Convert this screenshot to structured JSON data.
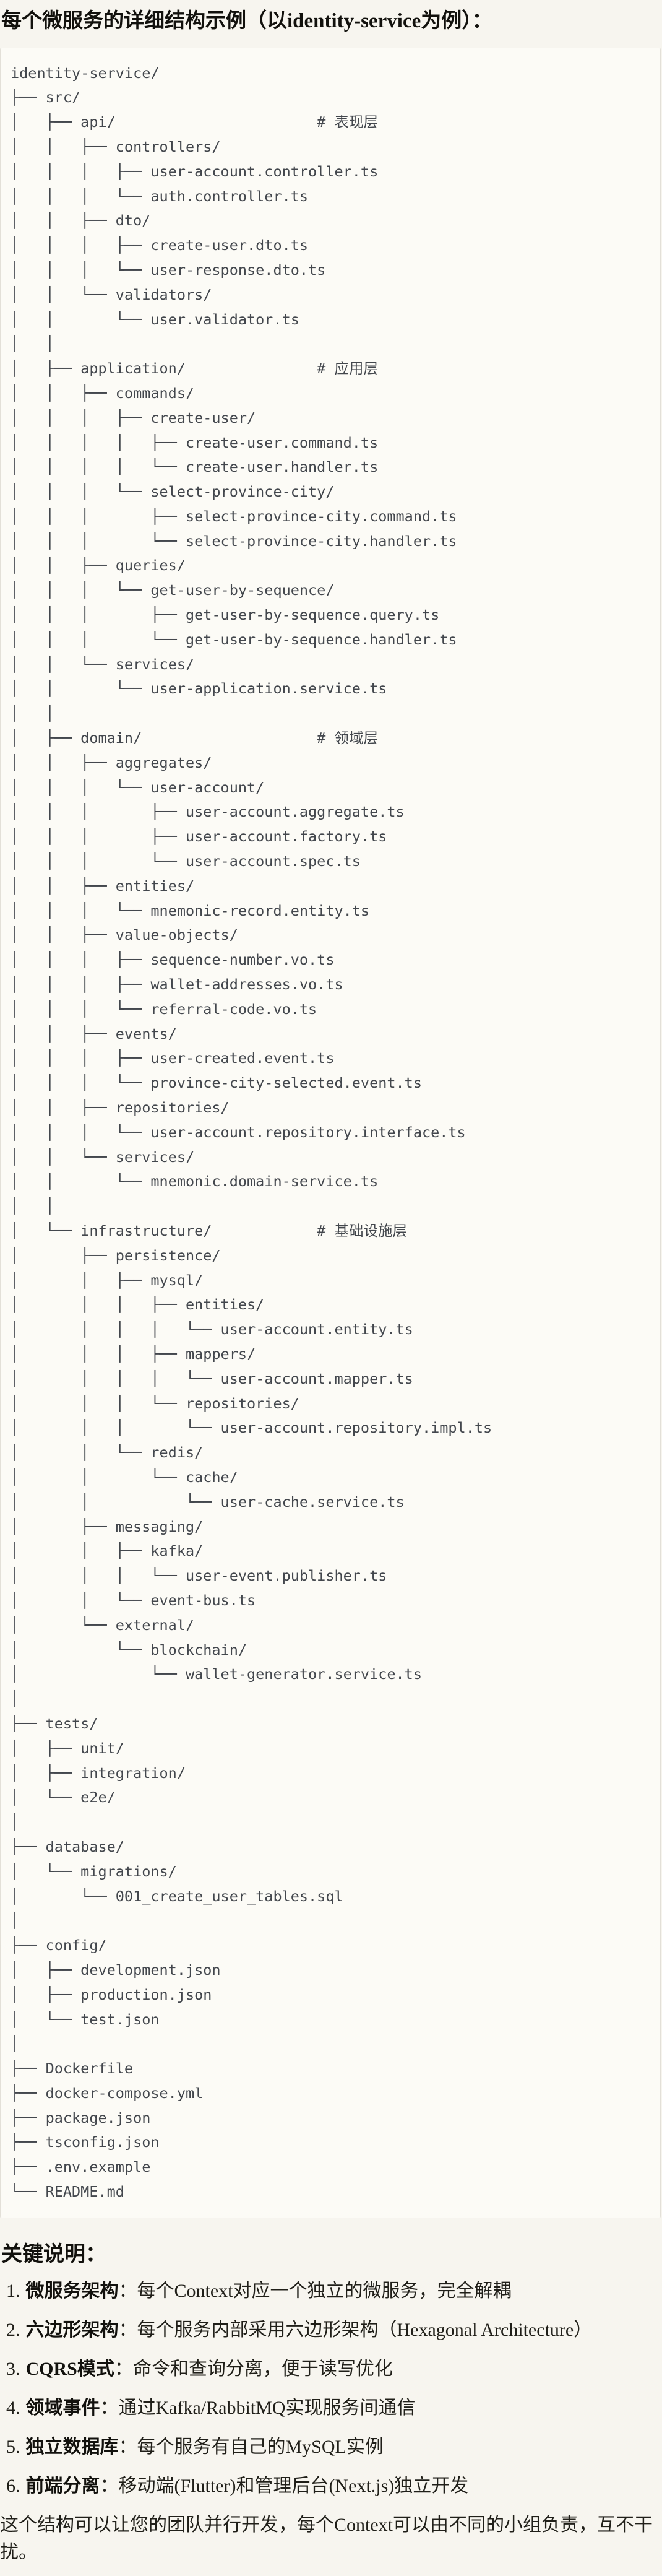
{
  "title": "每个微服务的详细结构示例（以identity-service为例）：",
  "file_tree": {
    "text": "identity-service/\n├── src/\n│   ├── api/                       # 表现层\n│   │   ├── controllers/\n│   │   │   ├── user-account.controller.ts\n│   │   │   └── auth.controller.ts\n│   │   ├── dto/\n│   │   │   ├── create-user.dto.ts\n│   │   │   └── user-response.dto.ts\n│   │   └── validators/\n│   │       └── user.validator.ts\n│   │\n│   ├── application/               # 应用层\n│   │   ├── commands/\n│   │   │   ├── create-user/\n│   │   │   │   ├── create-user.command.ts\n│   │   │   │   └── create-user.handler.ts\n│   │   │   └── select-province-city/\n│   │   │       ├── select-province-city.command.ts\n│   │   │       └── select-province-city.handler.ts\n│   │   ├── queries/\n│   │   │   └── get-user-by-sequence/\n│   │   │       ├── get-user-by-sequence.query.ts\n│   │   │       └── get-user-by-sequence.handler.ts\n│   │   └── services/\n│   │       └── user-application.service.ts\n│   │\n│   ├── domain/                    # 领域层\n│   │   ├── aggregates/\n│   │   │   └── user-account/\n│   │   │       ├── user-account.aggregate.ts\n│   │   │       ├── user-account.factory.ts\n│   │   │       └── user-account.spec.ts\n│   │   ├── entities/\n│   │   │   └── mnemonic-record.entity.ts\n│   │   ├── value-objects/\n│   │   │   ├── sequence-number.vo.ts\n│   │   │   ├── wallet-addresses.vo.ts\n│   │   │   └── referral-code.vo.ts\n│   │   ├── events/\n│   │   │   ├── user-created.event.ts\n│   │   │   └── province-city-selected.event.ts\n│   │   ├── repositories/\n│   │   │   └── user-account.repository.interface.ts\n│   │   └── services/\n│   │       └── mnemonic.domain-service.ts\n│   │\n│   └── infrastructure/            # 基础设施层\n│       ├── persistence/\n│       │   ├── mysql/\n│       │   │   ├── entities/\n│       │   │   │   └── user-account.entity.ts\n│       │   │   ├── mappers/\n│       │   │   │   └── user-account.mapper.ts\n│       │   │   └── repositories/\n│       │   │       └── user-account.repository.impl.ts\n│       │   └── redis/\n│       │       └── cache/\n│       │           └── user-cache.service.ts\n│       ├── messaging/\n│       │   ├── kafka/\n│       │   │   └── user-event.publisher.ts\n│       │   └── event-bus.ts\n│       └── external/\n│           └── blockchain/\n│               └── wallet-generator.service.ts\n│\n├── tests/\n│   ├── unit/\n│   ├── integration/\n│   └── e2e/\n│\n├── database/\n│   └── migrations/\n│       └── 001_create_user_tables.sql\n│\n├── config/\n│   ├── development.json\n│   ├── production.json\n│   └── test.json\n│\n├── Dockerfile\n├── docker-compose.yml\n├── package.json\n├── tsconfig.json\n├── .env.example\n└── README.md"
  },
  "notes": {
    "heading": "关键说明：",
    "items": [
      {
        "num": "1.",
        "term": "微服务架构",
        "sep": "：",
        "desc": "每个Context对应一个独立的微服务，完全解耦"
      },
      {
        "num": "2.",
        "term": "六边形架构",
        "sep": "：",
        "desc": "每个服务内部采用六边形架构（Hexagonal Architecture）"
      },
      {
        "num": "3.",
        "term": "CQRS模式",
        "sep": "：",
        "desc": "命令和查询分离，便于读写优化"
      },
      {
        "num": "4.",
        "term": "领域事件",
        "sep": "：",
        "desc": "通过Kafka/RabbitMQ实现服务间通信"
      },
      {
        "num": "5.",
        "term": "独立数据库",
        "sep": "：",
        "desc": "每个服务有自己的MySQL实例"
      },
      {
        "num": "6.",
        "term": "前端分离",
        "sep": "：",
        "desc": "移动端(Flutter)和管理后台(Next.js)独立开发"
      }
    ],
    "footer": "这个结构可以让您的团队并行开发，每个Context可以由不同的小组负责，互不干扰。"
  }
}
